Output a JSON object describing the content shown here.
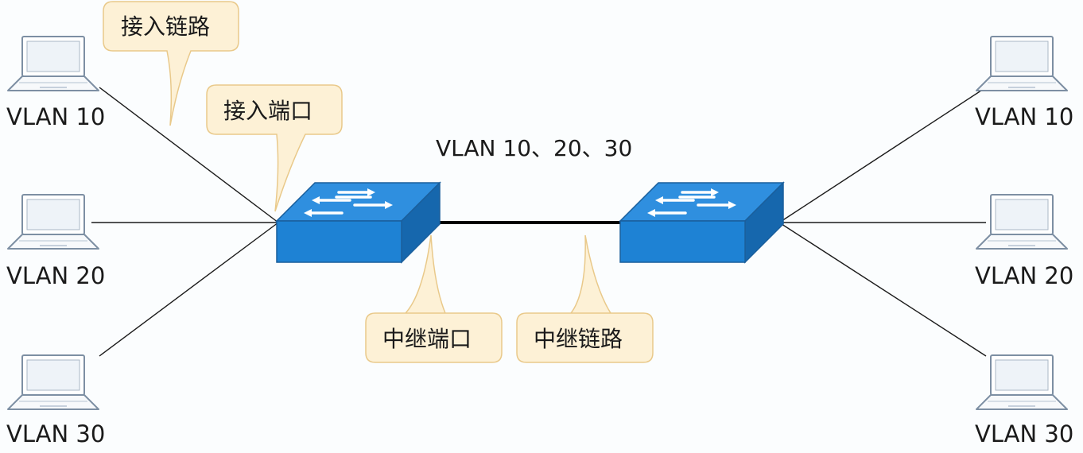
{
  "diagram": {
    "callouts": {
      "access_link": "接入链路",
      "access_port": "接入端口",
      "trunk_port": "中继端口",
      "trunk_link": "中继链路"
    },
    "trunk_vlans": "VLAN 10、20、30",
    "left_hosts": [
      {
        "label": "VLAN 10",
        "icon": "laptop-icon"
      },
      {
        "label": "VLAN 20",
        "icon": "laptop-icon"
      },
      {
        "label": "VLAN 30",
        "icon": "laptop-icon"
      }
    ],
    "right_hosts": [
      {
        "label": "VLAN 10",
        "icon": "laptop-icon"
      },
      {
        "label": "VLAN 20",
        "icon": "laptop-icon"
      },
      {
        "label": "VLAN 30",
        "icon": "laptop-icon"
      }
    ],
    "switches": [
      {
        "icon": "switch-icon",
        "color": "#1e82d4"
      },
      {
        "icon": "switch-icon",
        "color": "#1e82d4"
      }
    ],
    "colors": {
      "callout_fill": "#fdf1d6",
      "callout_border": "#e9c98a",
      "switch_blue": "#1e82d4",
      "line": "#1b1b1b"
    }
  }
}
